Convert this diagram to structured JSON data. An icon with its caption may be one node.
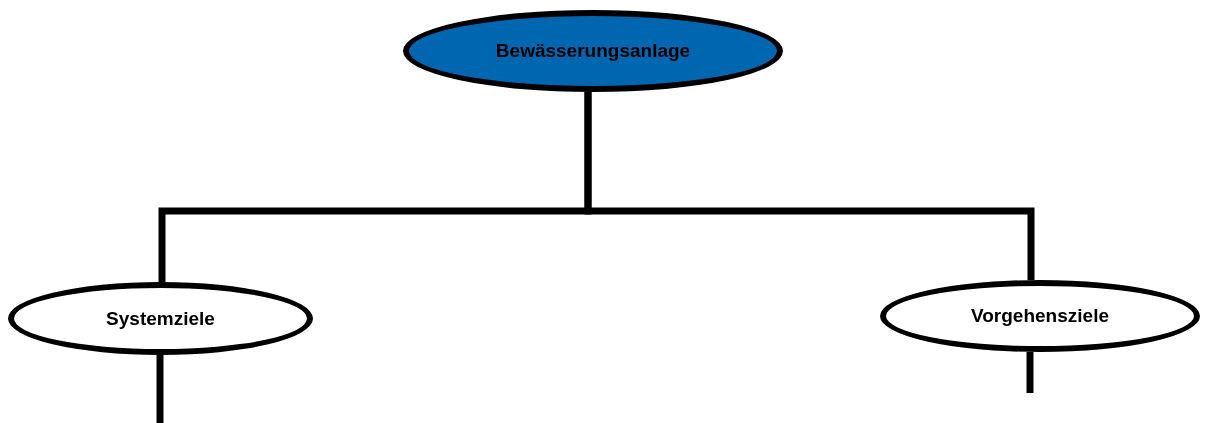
{
  "diagram": {
    "nodes": [
      {
        "text": [
          "Bewässerungsanlage"
        ]
      },
      {
        "text": [
          "Systemziele"
        ]
      },
      {
        "text": [
          "Vorgehensziele"
        ]
      }
    ],
    "edges": [
      {
        "from": 0,
        "to": 1,
        "arrow": "none"
      },
      {
        "from": 0,
        "to": 2,
        "arrow": "none"
      },
      {
        "from": 1,
        "to": null,
        "arrow": "none"
      },
      {
        "from": 2,
        "to": null,
        "arrow": "none"
      }
    ]
  }
}
